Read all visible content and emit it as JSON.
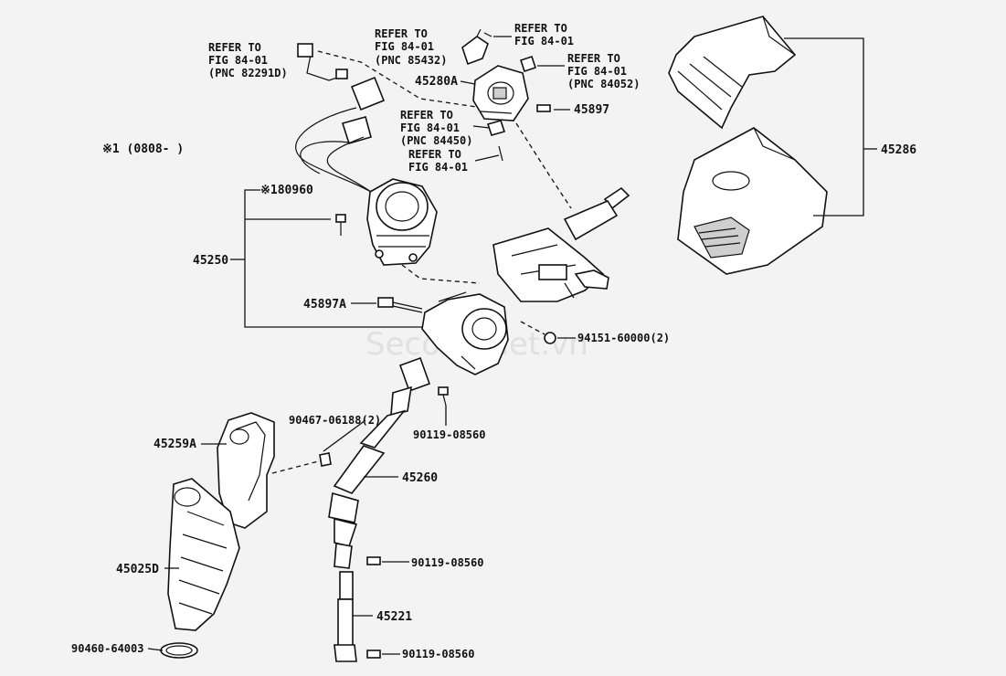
{
  "note": "※1 (0808-    )",
  "watermark": "SecondViet.vn",
  "refs": {
    "r1": [
      "REFER TO",
      "FIG 84-01",
      "(PNC 82291D)"
    ],
    "r2": [
      "REFER TO",
      "FIG 84-01",
      "(PNC 85432)"
    ],
    "r3": [
      "REFER TO",
      "FIG 84-01"
    ],
    "r4": [
      "REFER TO",
      "FIG 84-01",
      "(PNC 84052)"
    ],
    "r5": [
      "REFER TO",
      "FIG 84-01",
      "(PNC 84450)"
    ],
    "r6": [
      "REFER TO",
      "FIG 84-01"
    ]
  },
  "parts": {
    "p45280A": "45280A",
    "p45897": "45897",
    "p45286": "45286",
    "p180960": "※180960",
    "p45250": "45250",
    "p45897A": "45897A",
    "p94151": "94151-60000(2)",
    "p90119a": "90119-08560",
    "p90467": "90467-06188(2)",
    "p45259A": "45259A",
    "p45260": "45260",
    "p45025D": "45025D",
    "p90119b": "90119-08560",
    "p45221": "45221",
    "p90460": "90460-64003",
    "p90119c": "90119-08560"
  }
}
